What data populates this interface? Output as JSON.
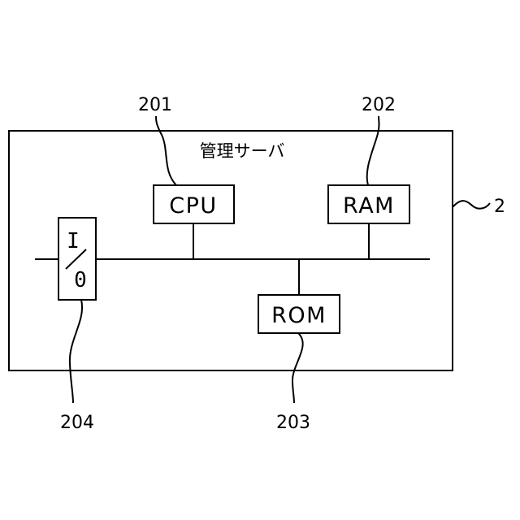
{
  "server": {
    "title": "管理サーバ",
    "ref": "2"
  },
  "components": {
    "cpu": {
      "label": "CPU",
      "ref": "201"
    },
    "ram": {
      "label": "RAM",
      "ref": "202"
    },
    "rom": {
      "label": "ROM",
      "ref": "203"
    },
    "io": {
      "top": "I",
      "bottom": "0",
      "ref": "204"
    }
  }
}
